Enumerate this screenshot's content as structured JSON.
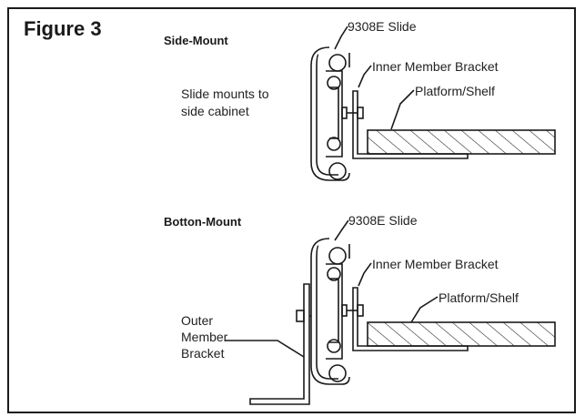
{
  "figure_title": "Figure 3",
  "side_mount": {
    "title": "Side-Mount",
    "slide_label": "9308E Slide",
    "inner_bracket_label": "Inner Member Bracket",
    "platform_label": "Platform/Shelf",
    "note_line1": "Slide mounts to",
    "note_line2": "side cabinet"
  },
  "bottom_mount": {
    "title": "Botton-Mount",
    "slide_label": "9308E Slide",
    "inner_bracket_label": "Inner Member Bracket",
    "platform_label": "Platform/Shelf",
    "outer_line1": "Outer",
    "outer_line2": "Member",
    "outer_line3": "Bracket"
  },
  "colors": {
    "line": "#1a1a1a",
    "background": "#ffffff"
  }
}
